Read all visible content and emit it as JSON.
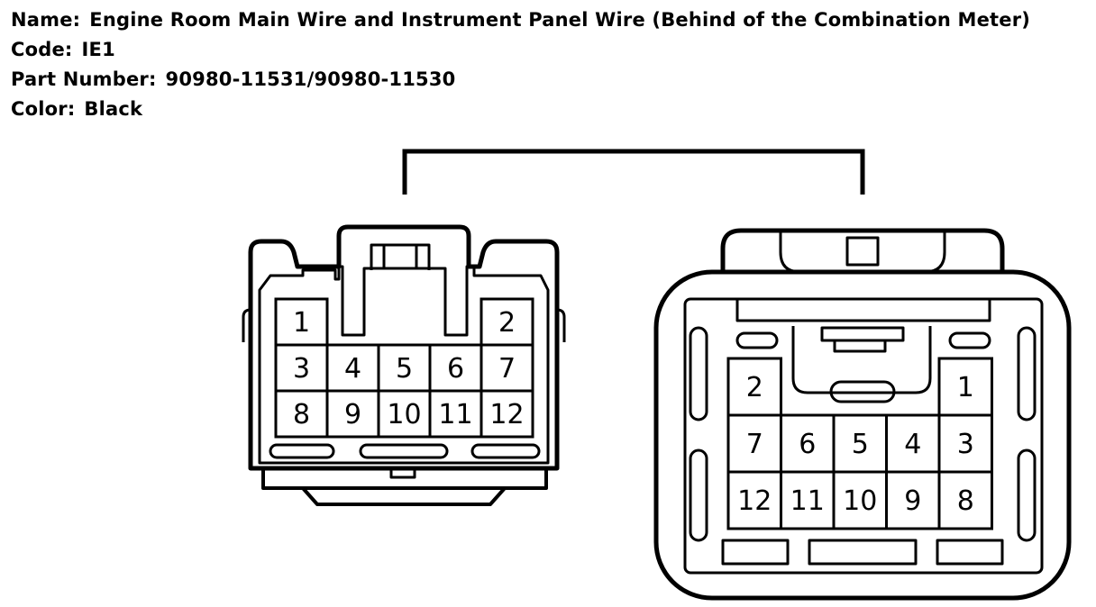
{
  "header": {
    "name_label": "Name:",
    "name_value": "Engine Room Main Wire and Instrument Panel Wire (Behind of the Combination Meter)",
    "code_label": "Code:",
    "code_value": "IE1",
    "part_label": "Part Number:",
    "part_value": "90980-11531/90980-11530",
    "color_label": "Color:",
    "color_value": "Black"
  },
  "colors": {
    "line": "#000000",
    "background": "#ffffff"
  },
  "connectors": {
    "left": {
      "rows": [
        [
          "1",
          "",
          "",
          "",
          "2"
        ],
        [
          "3",
          "4",
          "5",
          "6",
          "7"
        ],
        [
          "8",
          "9",
          "10",
          "11",
          "12"
        ]
      ]
    },
    "right": {
      "rows": [
        [
          "2",
          "",
          "",
          "",
          "1"
        ],
        [
          "7",
          "6",
          "5",
          "4",
          "3"
        ],
        [
          "12",
          "11",
          "10",
          "9",
          "8"
        ]
      ]
    }
  }
}
